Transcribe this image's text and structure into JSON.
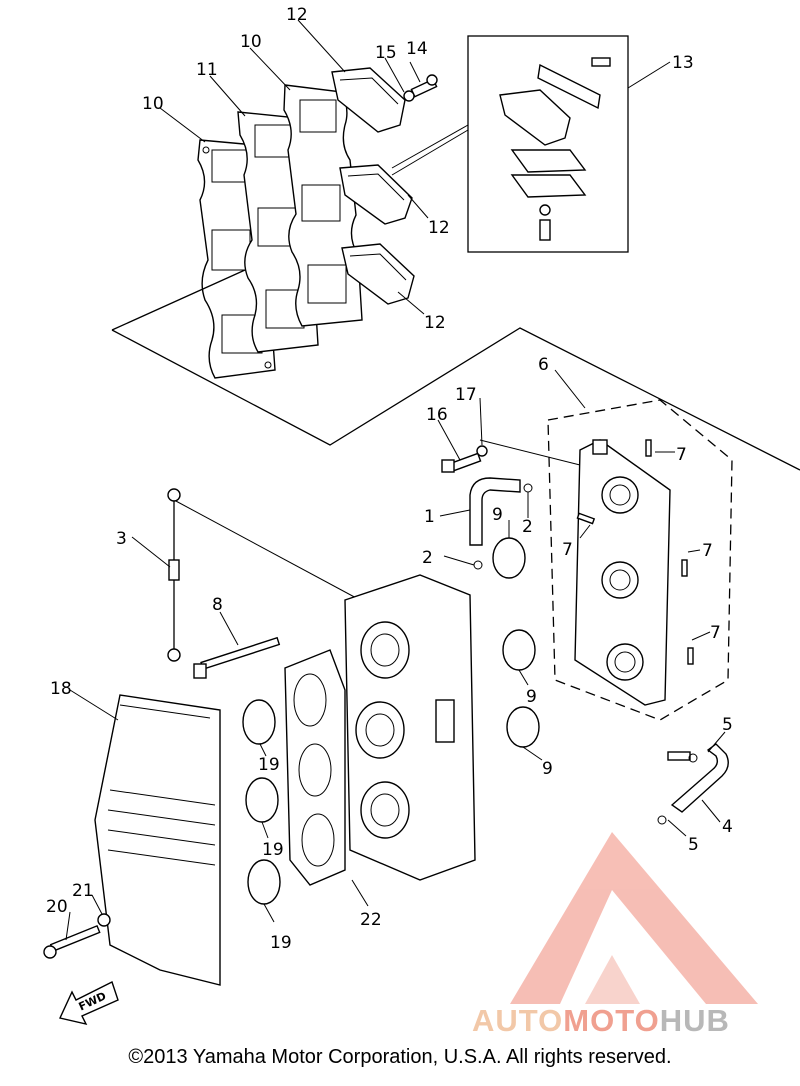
{
  "diagram": {
    "part_numbers": [
      "1",
      "2",
      "2",
      "3",
      "4",
      "5",
      "5",
      "6",
      "7",
      "7",
      "7",
      "7",
      "8",
      "9",
      "9",
      "9",
      "10",
      "10",
      "11",
      "12",
      "12",
      "12",
      "13",
      "14",
      "15",
      "16",
      "17",
      "18",
      "19",
      "19",
      "19",
      "20",
      "21",
      "22"
    ],
    "fwd_label": "FWD"
  },
  "footer": {
    "copyright": "©2013 Yamaha Motor Corporation, U.S.A. All rights reserved."
  },
  "watermark": {
    "brand_part1": "AUTO",
    "brand_part2": "MOTO",
    "brand_part3": "HUB",
    "colors": {
      "auto": "#f2c8a8",
      "moto": "#f0a090",
      "hub": "#b8b8b8",
      "logo": "#f08a7a"
    }
  }
}
